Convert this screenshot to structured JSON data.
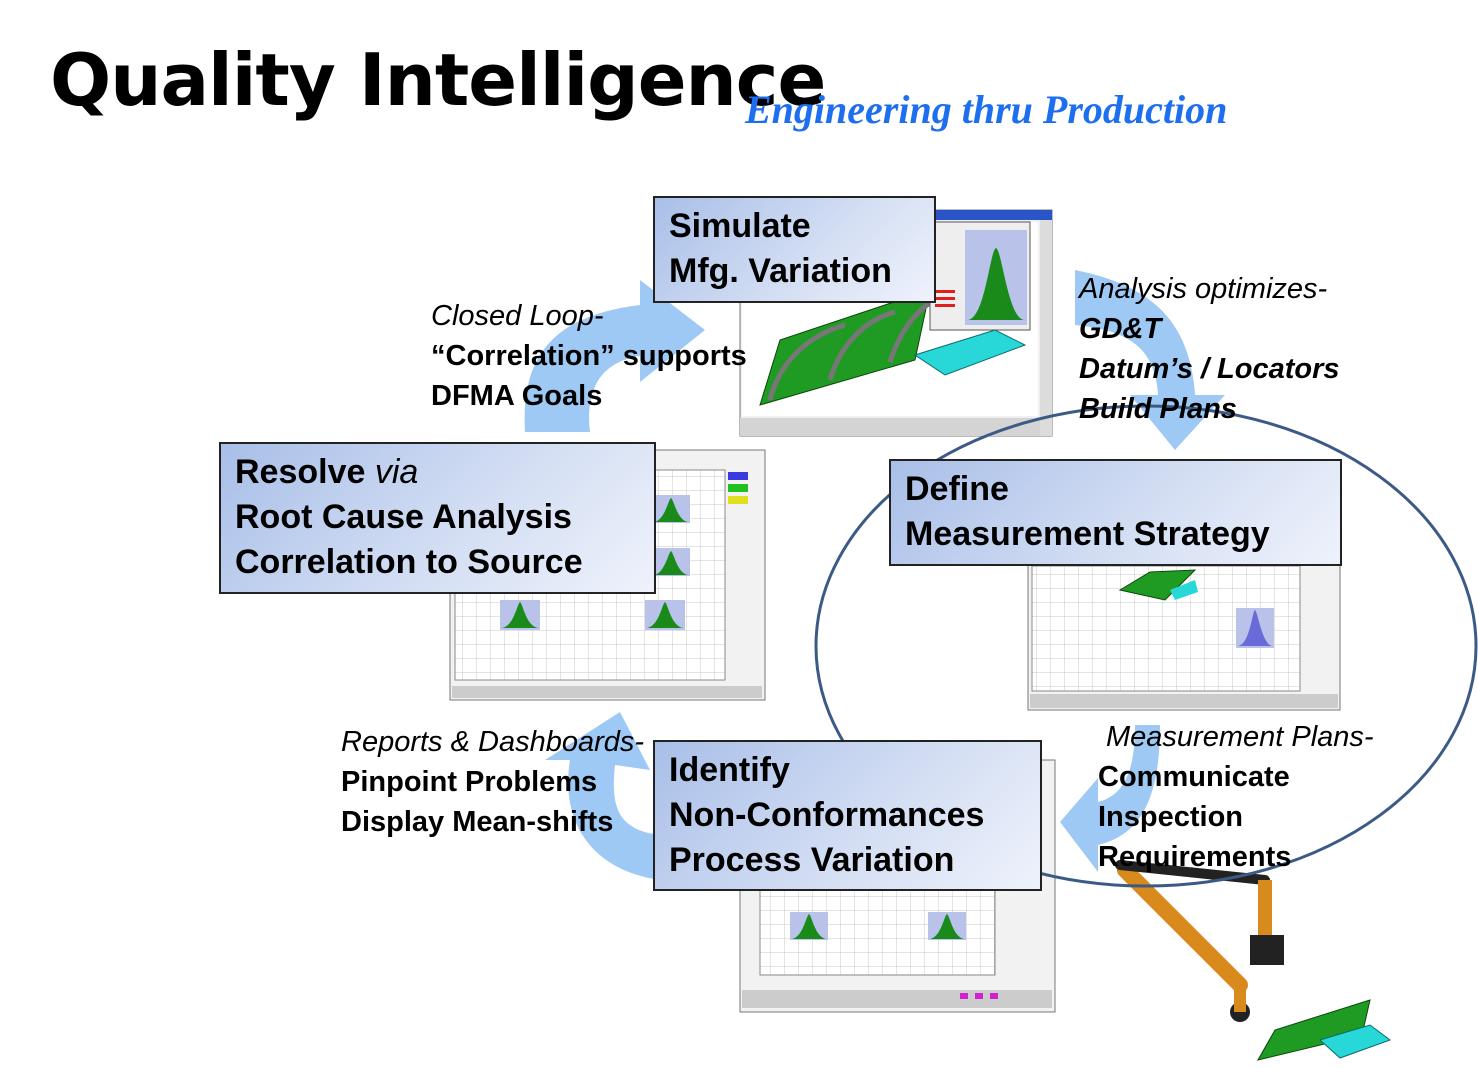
{
  "header": {
    "title": "Quality Intelligence",
    "subtitle": "Engineering thru Production"
  },
  "stages": {
    "simulate": {
      "line1": "Simulate",
      "line2": "Mfg. Variation"
    },
    "define": {
      "line1": "Define",
      "line2": "Measurement Strategy"
    },
    "identify": {
      "line1": "Identify",
      "line2": "Non-Conformances",
      "line3": "Process Variation"
    },
    "resolve": {
      "word1": "Resolve",
      "word2": "via",
      "line2": "Root Cause Analysis",
      "line3": "Correlation to Source"
    }
  },
  "notes": {
    "closed_loop": {
      "lead": "Closed Loop-",
      "line2": "“Correlation” supports",
      "line3": "DFMA Goals"
    },
    "analysis": {
      "lead": "Analysis optimizes-",
      "line2": "GD&T",
      "line3": "Datum’s / Locators",
      "line4": "Build Plans"
    },
    "measurement_plans": {
      "lead": "Measurement Plans-",
      "line2": "Communicate",
      "line3": "Inspection",
      "line4": "Requirements"
    },
    "reports": {
      "lead": "Reports & Dashboards-",
      "line2": "Pinpoint Problems",
      "line3": "Display Mean-shifts"
    }
  },
  "colors": {
    "arrow": "#9ec9f5",
    "subtitle": "#1e6ff0",
    "ellipse": "#3b5a86",
    "part_green": "#1f9a22",
    "fixture_cyan": "#28d7d7",
    "histogram_green": "#1a8a1a",
    "robot_orange": "#d98a1c"
  }
}
